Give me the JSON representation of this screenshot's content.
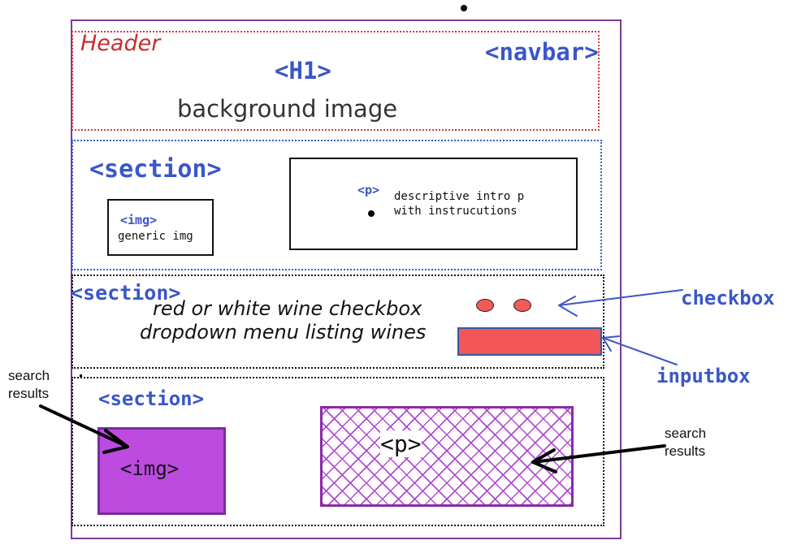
{
  "header": {
    "label": "Header",
    "h1": "<H1>",
    "navbar": "<navbar>",
    "background": "background image"
  },
  "section1": {
    "tag": "<section>",
    "img_tag": "<img>",
    "img_text": "generic img",
    "p_tag": "<p>",
    "p_line1": "descriptive intro p",
    "p_line2": "with instrucutions"
  },
  "section2": {
    "tag": "<section>",
    "line1": "red or white wine checkbox",
    "line2": "dropdown menu listing wines",
    "checkbox_label": "checkbox",
    "inputbox_label": "inputbox"
  },
  "section3": {
    "tag": "<section>",
    "img_tag": "<img>",
    "p_tag": "<p>",
    "left_note_line1": "search",
    "left_note_line2": "results",
    "right_note_line1": "search",
    "right_note_line2": "results"
  },
  "colors": {
    "tag_blue": "#3a56c8",
    "header_red": "#d23b3b",
    "frame_purple": "#7a3a9e",
    "checkbox_red": "#f25a5a",
    "img_purple": "#bd4be0"
  }
}
